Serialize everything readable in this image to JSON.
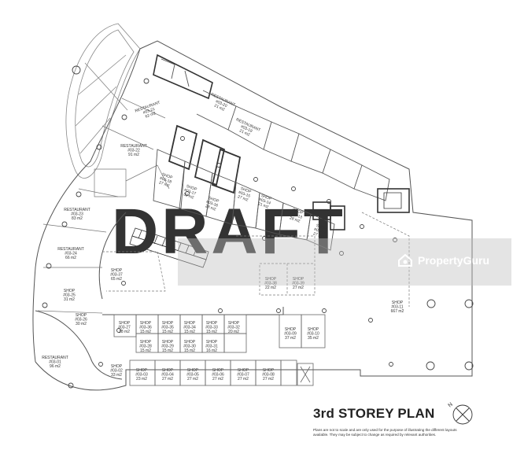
{
  "watermark": "DRAFT",
  "title": "3rd STOREY PLAN",
  "disclaimer": "Plans are not to scale and are only used for the purpose of illustrating the different layouts available. They may be subject to change as required by relevant authorities.",
  "north_label": "N",
  "brand": {
    "name": "PropertyGuru"
  },
  "units": [
    {
      "type": "RESTAURANT",
      "id": "#03-21",
      "area": "62 m2"
    },
    {
      "type": "RESTAURANT",
      "id": "#03-22",
      "area": "91 m2"
    },
    {
      "type": "RESTAURANT",
      "id": "#03-23",
      "area": "83 m2"
    },
    {
      "type": "RESTAURANT",
      "id": "#03-24",
      "area": "66 m2"
    },
    {
      "type": "SHOP",
      "id": "#03-25",
      "area": "31 m2"
    },
    {
      "type": "SHOP",
      "id": "#03-26",
      "area": "30 m2"
    },
    {
      "type": "RESTAURANT",
      "id": "#03-01",
      "area": "96 m2"
    },
    {
      "type": "SHOP",
      "id": "#03-02",
      "area": "33 m2"
    },
    {
      "type": "SHOP",
      "id": "#03-03",
      "area": "23 m2"
    },
    {
      "type": "SHOP",
      "id": "#03-04",
      "area": "27 m2"
    },
    {
      "type": "SHOP",
      "id": "#03-05",
      "area": "27 m2"
    },
    {
      "type": "SHOP",
      "id": "#03-06",
      "area": "27 m2"
    },
    {
      "type": "SHOP",
      "id": "#03-07",
      "area": "27 m2"
    },
    {
      "type": "SHOP",
      "id": "#03-08",
      "area": "27 m2"
    },
    {
      "type": "SHOP",
      "id": "#03-27",
      "area": "18 m2"
    },
    {
      "type": "SHOP",
      "id": "#03-28",
      "area": "15 m2"
    },
    {
      "type": "SHOP",
      "id": "#03-29",
      "area": "15 m2"
    },
    {
      "type": "SHOP",
      "id": "#03-30",
      "area": "15 m2"
    },
    {
      "type": "SHOP",
      "id": "#03-31",
      "area": "16 m2"
    },
    {
      "type": "SHOP",
      "id": "#03-32",
      "area": "20 m2"
    },
    {
      "type": "SHOP",
      "id": "#03-33",
      "area": "15 m2"
    },
    {
      "type": "SHOP",
      "id": "#03-34",
      "area": "15 m2"
    },
    {
      "type": "SHOP",
      "id": "#03-35",
      "area": "15 m2"
    },
    {
      "type": "SHOP",
      "id": "#03-36",
      "area": "15 m2"
    },
    {
      "type": "SHOP",
      "id": "#03-09",
      "area": "37 m2"
    },
    {
      "type": "SHOP",
      "id": "#03-10",
      "area": "35 m2"
    },
    {
      "type": "SHOP",
      "id": "#03-11",
      "area": "667 m2"
    },
    {
      "type": "SHOP",
      "id": "#03-37",
      "area": "65 m2"
    },
    {
      "type": "SHOP",
      "id": "#03-38",
      "area": "22 m2"
    },
    {
      "type": "SHOP",
      "id": "#03-39",
      "area": "27 m2"
    },
    {
      "type": "RESTAURANT",
      "id": "#03-20",
      "area": "21 m2"
    },
    {
      "type": "RESTAURANT",
      "id": "#03-19",
      "area": "21 m2"
    },
    {
      "type": "SHOP",
      "id": "#03-18",
      "area": "27 m2"
    },
    {
      "type": "SHOP",
      "id": "#03-17",
      "area": "32 m2"
    },
    {
      "type": "SHOP",
      "id": "#03-16",
      "area": "28 m2"
    },
    {
      "type": "SHOP",
      "id": "#03-15",
      "area": "27 m2"
    },
    {
      "type": "SHOP",
      "id": "#03-14",
      "area": "21 m2"
    },
    {
      "type": "SHOP",
      "id": "#03-13",
      "area": "28 m2"
    },
    {
      "type": "SHOP",
      "id": "#03-12",
      "area": "27 m2"
    }
  ]
}
